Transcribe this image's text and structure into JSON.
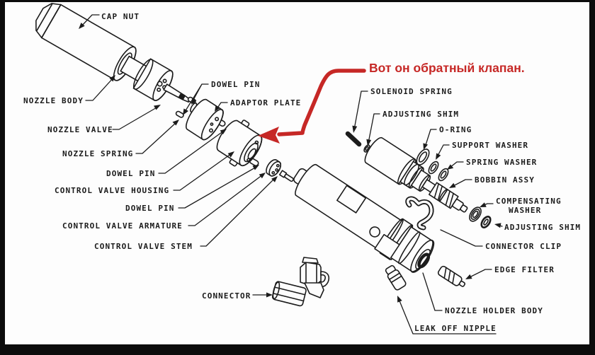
{
  "annotation": {
    "text": "Вот он обратный клапан.",
    "color": "#c62826"
  },
  "diagram": {
    "labels": {
      "cap_nut": "CAP NUT",
      "nozzle_body": "NOZZLE BODY",
      "nozzle_valve": "NOZZLE VALVE",
      "nozzle_spring": "NOZZLE SPRING",
      "dowel_pin_top": "DOWEL PIN",
      "adaptor_plate": "ADAPTOR PLATE",
      "dowel_pin_mid": "DOWEL PIN",
      "control_valve_housing": "CONTROL VALVE HOUSING",
      "dowel_pin_low": "DOWEL PIN",
      "control_valve_armature": "CONTROL VALVE ARMATURE",
      "control_valve_stem": "CONTROL VALVE STEM",
      "connector": "CONNECTOR",
      "solenoid_spring": "SOLENOID SPRING",
      "adjusting_shim_upper": "ADJUSTING SHIM",
      "o_ring": "O-RING",
      "support_washer": "SUPPORT WASHER",
      "spring_washer": "SPRING WASHER",
      "bobbin_assy": "BOBBIN ASSY",
      "compensating_washer_line1": "COMPENSATING",
      "compensating_washer_line2": "WASHER",
      "adjusting_shim_lower": "ADJUSTING SHIM",
      "connector_clip": "CONNECTOR CLIP",
      "edge_filter": "EDGE FILTER",
      "nozzle_holder_body": "NOZZLE HOLDER BODY",
      "leak_off_nipple": "LEAK OFF NIPPLE"
    },
    "ink_color": "#1c1c1c"
  }
}
